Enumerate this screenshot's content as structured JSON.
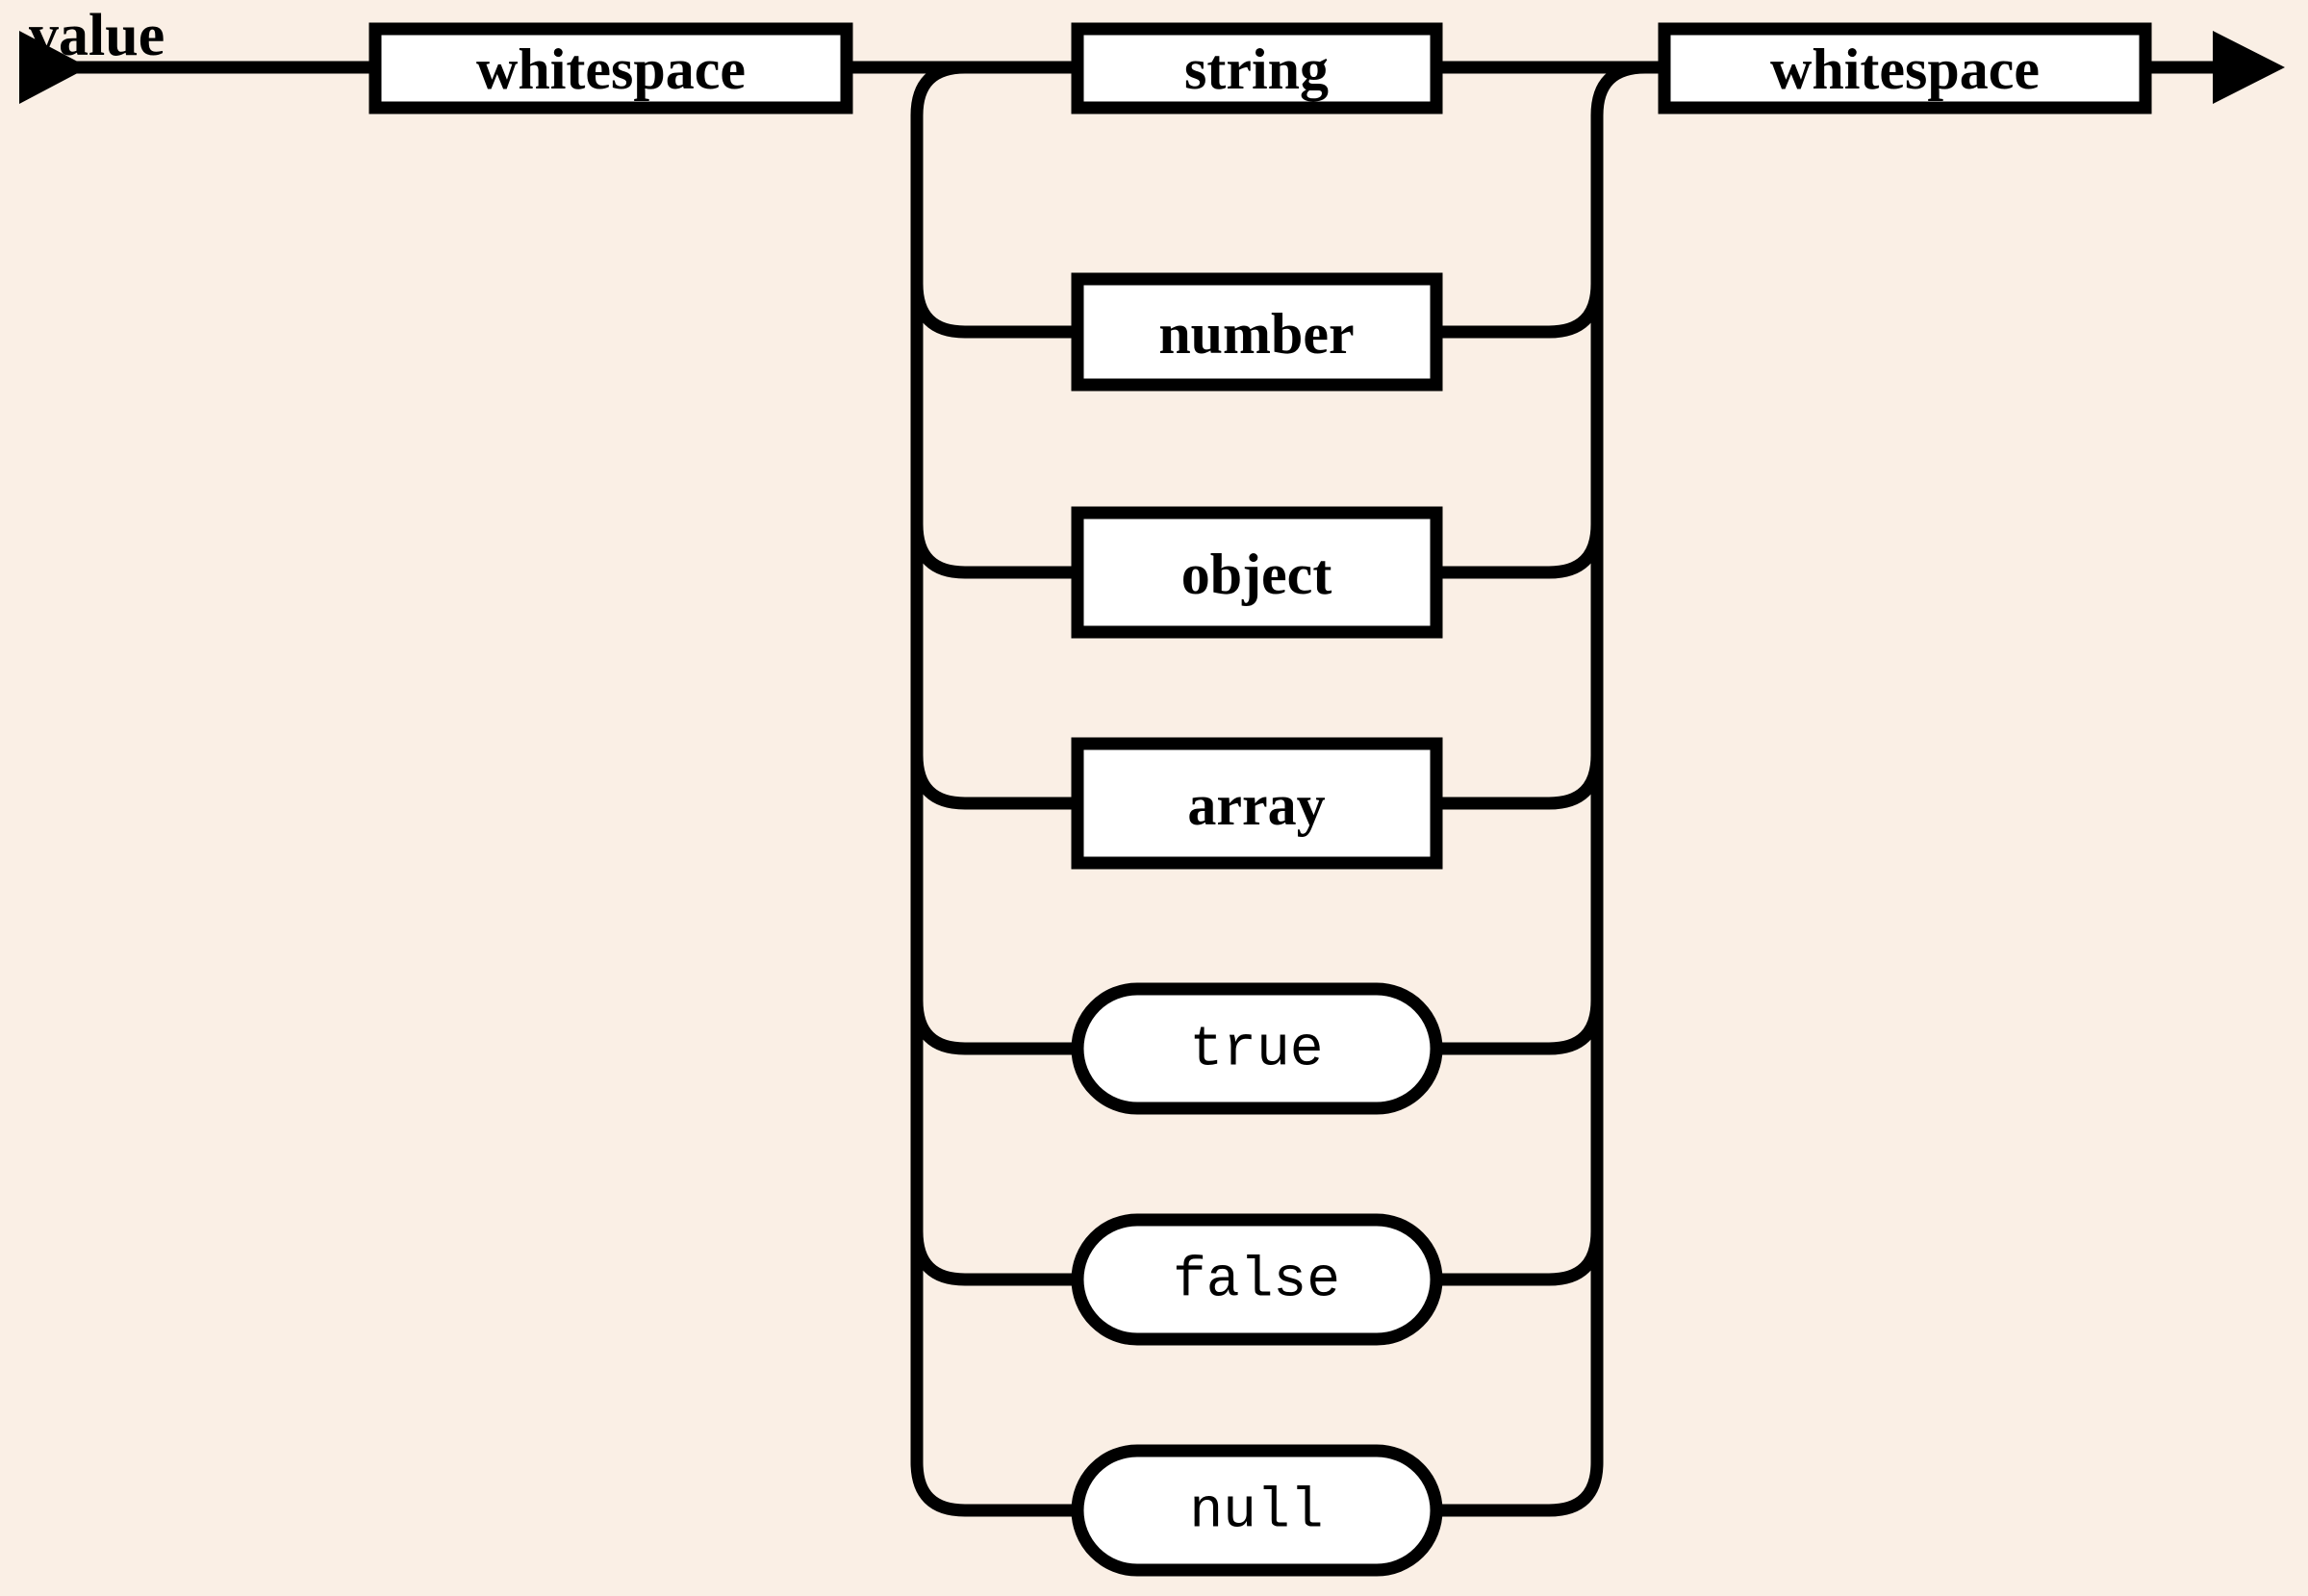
{
  "diagram": {
    "title": "value",
    "kind": "railroad-syntax-diagram",
    "background_color": "#faefe5",
    "line_color": "#000000",
    "box_fill_color": "#ffffff",
    "start_marker": "triangle-arrow-right",
    "end_marker": "triangle-arrow-right"
  },
  "sequence": [
    {
      "id": "ws-left",
      "label": "whitespace",
      "shape": "rect",
      "role": "nonterminal"
    },
    {
      "id": "choice",
      "label": "",
      "shape": "choice",
      "role": "alternation"
    },
    {
      "id": "ws-right",
      "label": "whitespace",
      "shape": "rect",
      "role": "nonterminal"
    }
  ],
  "alternatives": [
    {
      "id": "alt-string",
      "label": "string",
      "shape": "rect",
      "role": "nonterminal"
    },
    {
      "id": "alt-number",
      "label": "number",
      "shape": "rect",
      "role": "nonterminal"
    },
    {
      "id": "alt-object",
      "label": "object",
      "shape": "rect",
      "role": "nonterminal"
    },
    {
      "id": "alt-array",
      "label": "array",
      "shape": "rect",
      "role": "nonterminal"
    },
    {
      "id": "alt-true",
      "label": "true",
      "shape": "pill",
      "role": "terminal"
    },
    {
      "id": "alt-false",
      "label": "false",
      "shape": "pill",
      "role": "terminal"
    },
    {
      "id": "alt-null",
      "label": "null",
      "shape": "pill",
      "role": "terminal"
    }
  ]
}
